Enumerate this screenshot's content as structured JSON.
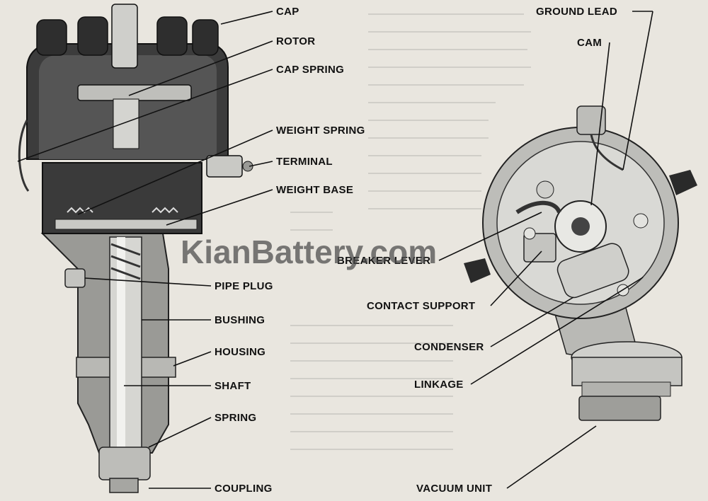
{
  "watermark": "KianBattery.com",
  "labels": {
    "cap": "CAP",
    "rotor": "ROTOR",
    "cap_spring": "CAP SPRING",
    "weight_spring": "WEIGHT SPRING",
    "terminal": "TERMINAL",
    "weight_base": "WEIGHT BASE",
    "pipe_plug": "PIPE PLUG",
    "bushing": "BUSHING",
    "housing": "HOUSING",
    "shaft": "SHAFT",
    "spring": "SPRING",
    "coupling": "COUPLING",
    "ground_lead": "GROUND LEAD",
    "cam": "CAM",
    "breaker_lever": "BREAKER LEVER",
    "contact_support": "CONTACT SUPPORT",
    "condenser": "CONDENSER",
    "linkage": "LINKAGE",
    "vacuum_unit": "VACUUM UNIT"
  },
  "colors": {
    "paper": "#e9e6df",
    "metal_dark": "#2b2b2b",
    "metal_mid": "#8c8c8c",
    "metal_light": "#cfcfcf"
  }
}
